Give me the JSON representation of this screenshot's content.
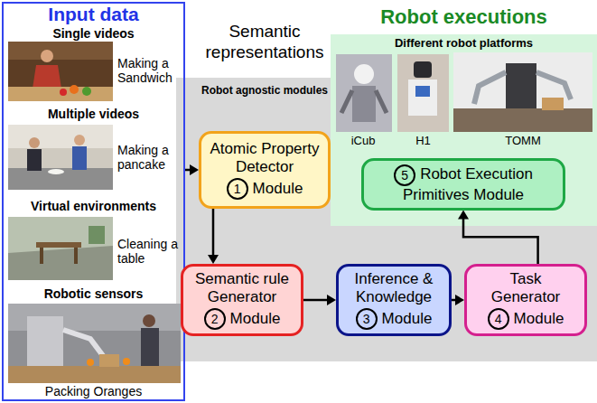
{
  "diagram": {
    "nodes": [
      {
        "text": [
          "Input data",
          "Single videos",
          "Making a Sandwich",
          "Multiple videos",
          "Making a pancake",
          "Virtual environments",
          "Cleaning a table",
          "Robotic sensors",
          "Packing Oranges"
        ]
      },
      {
        "text": [
          "Semantic representations",
          "Robot agnostic modules"
        ]
      },
      {
        "text": [
          "Atomic Property Detector",
          "1",
          "Module"
        ],
        "in": 1
      },
      {
        "text": [
          "Semantic rule Generator",
          "2",
          "Module"
        ],
        "in": 1
      },
      {
        "text": [
          "Inference & Knowledge",
          "3",
          "Module"
        ],
        "in": 1
      },
      {
        "text": [
          "Task Generator",
          "4",
          "Module"
        ],
        "in": 1
      },
      {
        "text": [
          "Robot executions",
          "Different robot platforms",
          "iCub",
          "H1",
          "TOMM"
        ]
      },
      {
        "text": [
          "5",
          "Robot Execution Primitives Module"
        ],
        "in": 6
      }
    ],
    "edges": [
      {
        "from": 0,
        "to": 2,
        "arrow": "to"
      },
      {
        "from": 2,
        "to": 3,
        "arrow": "to"
      },
      {
        "from": 3,
        "to": 4,
        "arrow": "to"
      },
      {
        "from": 4,
        "to": 5,
        "arrow": "to"
      },
      {
        "from": 5,
        "to": 7,
        "arrow": "to"
      }
    ]
  }
}
